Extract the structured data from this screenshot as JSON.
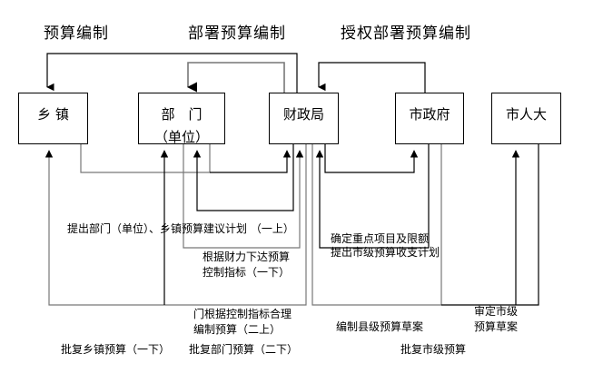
{
  "section_titles": {
    "budget_compile": "预算编制",
    "dept_budget_compile": "部署预算编制",
    "authorized_dept_budget_compile": "授权部署预算编制"
  },
  "nodes": {
    "township": {
      "label": "乡 镇"
    },
    "department": {
      "label": "部　门",
      "sublabel": "（单位）"
    },
    "finance_bureau": {
      "label": "财政局"
    },
    "city_government": {
      "label": "市政府"
    },
    "city_congress": {
      "label": "市人大"
    }
  },
  "edge_labels": {
    "submit_plan": "提出部门（单位）、乡镇预算建议计划 （一上）",
    "issue_indicators_1": "根据财力下达预算",
    "issue_indicators_2": "控制指标（一下）",
    "key_projects_1": "确定重点项目及限额",
    "key_projects_2": "提出市级预算收支计划",
    "dept_compile_1": "门根据控制指标合理",
    "dept_compile_2": "编制预算（二上）",
    "county_draft": "编制县级预算草案",
    "review_1": "审定市级",
    "review_2": "预算草案",
    "approve_township": "批复乡镇预算（一下）",
    "approve_dept": "批复部门预算（二下）",
    "approve_city": "批复市级预算"
  }
}
